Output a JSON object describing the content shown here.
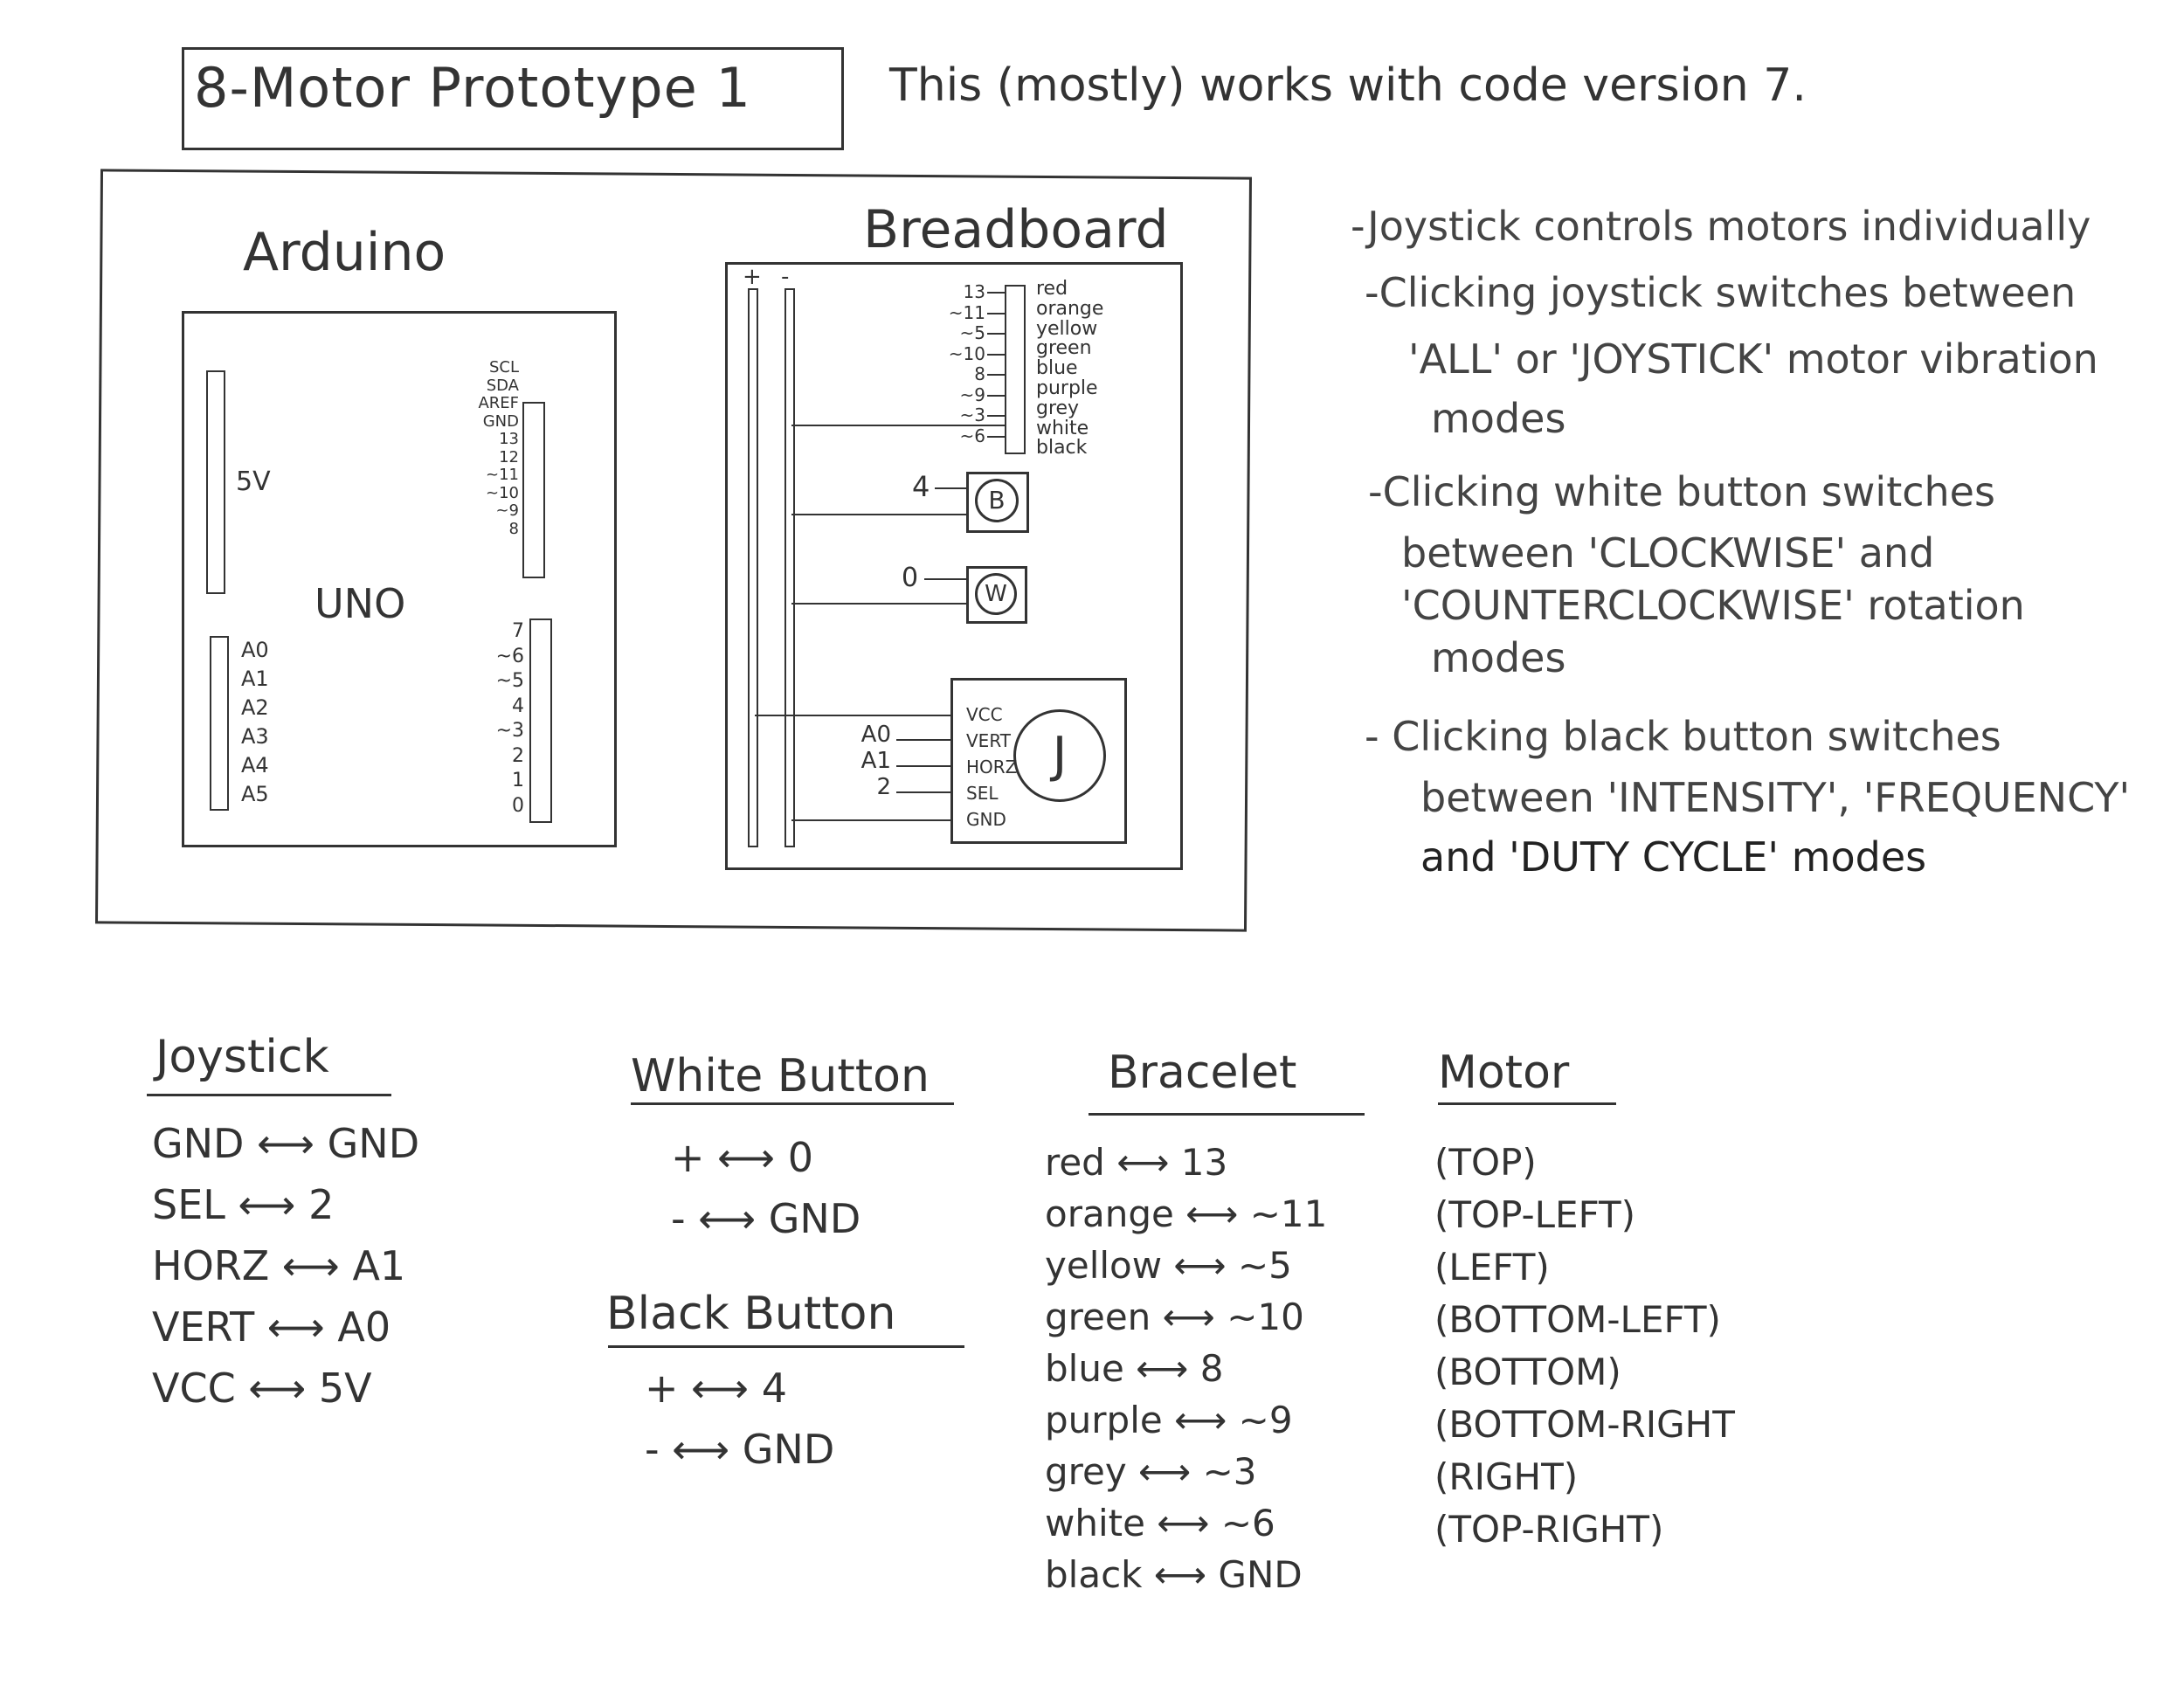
{
  "title": "8-Motor Prototype 1",
  "subtitle": "This (mostly) works with code version 7.",
  "diagram": {
    "arduino_label": "Arduino",
    "breadboard_label": "Breadboard",
    "uno_label": "UNO",
    "five_v": "5V",
    "rail_plus": "+",
    "rail_minus": "-",
    "analog_pins": [
      "A0",
      "A1",
      "A2",
      "A3",
      "A4",
      "A5"
    ],
    "upper_header_pins": [
      "SCL",
      "SDA",
      "AREF",
      "GND",
      "13",
      "12",
      "~11",
      "~10",
      "~9",
      "8"
    ],
    "lower_header_pins": [
      "7",
      "~6",
      "~5",
      "4",
      "~3",
      "2",
      "1",
      "0"
    ],
    "bracelet_pins": [
      "13",
      "~11",
      "~5",
      "~10",
      "8",
      "~9",
      "~3",
      "~6"
    ],
    "bracelet_wires": [
      "red",
      "orange",
      "yellow",
      "green",
      "blue",
      "purple",
      "grey",
      "white",
      "black"
    ],
    "black_button_pin": "4",
    "black_button_letter": "B",
    "white_button_pin": "0",
    "white_button_letter": "W",
    "joystick_letter": "J",
    "joystick_pins": [
      "VCC",
      "VERT",
      "HORZ",
      "SEL",
      "GND"
    ],
    "joystick_connections": [
      "A0",
      "A1",
      "2"
    ]
  },
  "notes": [
    "-Joystick controls motors individually",
    "-Clicking joystick switches between",
    "'ALL' or 'JOYSTICK' motor vibration",
    "modes",
    "-Clicking white button switches",
    "between 'CLOCKWISE' and",
    "'COUNTERCLOCKWISE' rotation",
    "modes",
    "- Clicking black button switches",
    "between 'INTENSITY', 'FREQUENCY'",
    "and 'DUTY CYCLE' modes"
  ],
  "joystick": {
    "heading": "Joystick",
    "rows": [
      "GND ⟷ GND",
      "SEL ⟷ 2",
      "HORZ ⟷ A1",
      "VERT ⟷ A0",
      "VCC ⟷ 5V"
    ]
  },
  "white_button": {
    "heading": "White Button",
    "rows": [
      "+ ⟷ 0",
      "- ⟷ GND"
    ]
  },
  "black_button": {
    "heading": "Black Button",
    "rows": [
      "+ ⟷ 4",
      "- ⟷ GND"
    ]
  },
  "bracelet": {
    "heading": "Bracelet",
    "rows": [
      "red ⟷ 13",
      "orange ⟷ ~11",
      "yellow ⟷ ~5",
      "green ⟷ ~10",
      "blue ⟷ 8",
      "purple ⟷ ~9",
      "grey ⟷ ~3",
      "white ⟷ ~6",
      "black ⟷ GND"
    ]
  },
  "motor": {
    "heading": "Motor",
    "rows": [
      "(TOP)",
      "(TOP-LEFT)",
      "(LEFT)",
      "(BOTTOM-LEFT)",
      "(BOTTOM)",
      "(BOTTOM-RIGHT",
      "(RIGHT)",
      "(TOP-RIGHT)"
    ]
  }
}
